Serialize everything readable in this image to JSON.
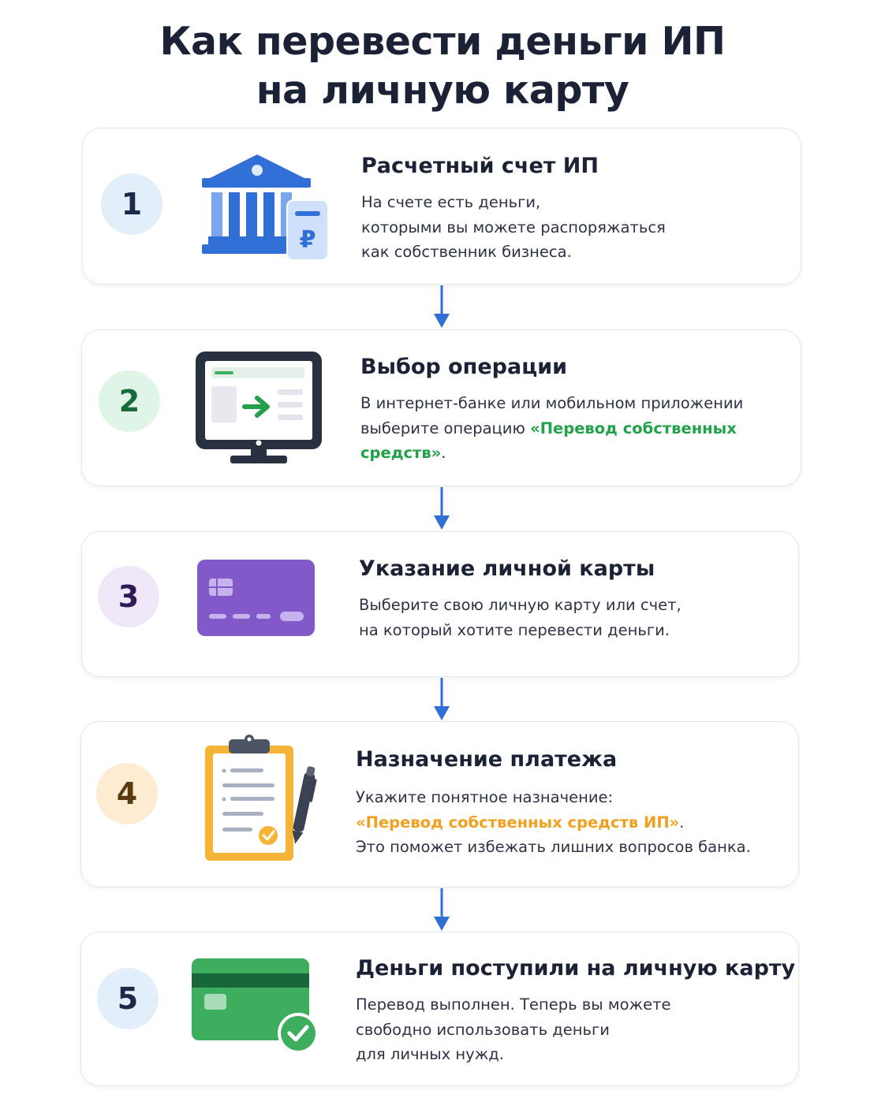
{
  "title": {
    "line1": "Как перевести деньги ИП",
    "line2": "на личную карту"
  },
  "steps": [
    {
      "number": "1",
      "title": "Расчетный счет ИП",
      "desc": [
        "На счете есть деньги,",
        "которыми вы можете распоряжаться",
        "как собственник бизнеса."
      ],
      "icon": "bank-building-ruble-icon",
      "number_bg": "#e3eefb"
    },
    {
      "number": "2",
      "title": "Выбор операции",
      "desc_line1": "В интернет-банке или мобильном приложении",
      "desc_line2_prefix": "выберите операцию ",
      "desc_highlight_part1": "«Перевод собственных",
      "desc_highlight_part2": "средств»",
      "desc_line3_suffix": ".",
      "icon": "computer-monitor-transfer-icon",
      "number_bg": "#e1f4e8",
      "highlight_color": "#22a04a"
    },
    {
      "number": "3",
      "title": "Указание личной карты",
      "desc": [
        "Выберите свою личную карту или счет,",
        "на который хотите перевести деньги."
      ],
      "icon": "purple-card-icon",
      "number_bg": "#efe7f8"
    },
    {
      "number": "4",
      "title": "Назначение платежа",
      "desc_line1": "Укажите понятное назначение:",
      "desc_highlight": "«Перевод собственных средств ИП»",
      "desc_highlight_suffix": ".",
      "desc_line3": "Это поможет избежать лишних вопросов банка.",
      "icon": "clipboard-pen-icon",
      "number_bg": "#fdecd2",
      "highlight_color": "#f0a01e"
    },
    {
      "number": "5",
      "title": "Деньги поступили на личную карту",
      "desc": [
        "Перевод выполнен. Теперь вы можете",
        "свободно использовать деньги",
        "для личных нужд."
      ],
      "icon": "green-card-check-icon",
      "number_bg": "#e3eefb"
    }
  ],
  "colors": {
    "arrow": "#2f6fd6",
    "bank_blue": "#2f6fd6",
    "monitor_dark": "#273140",
    "card_purple": "#8359c9",
    "clipboard_orange": "#f5b436",
    "card_green": "#3cae5e"
  }
}
